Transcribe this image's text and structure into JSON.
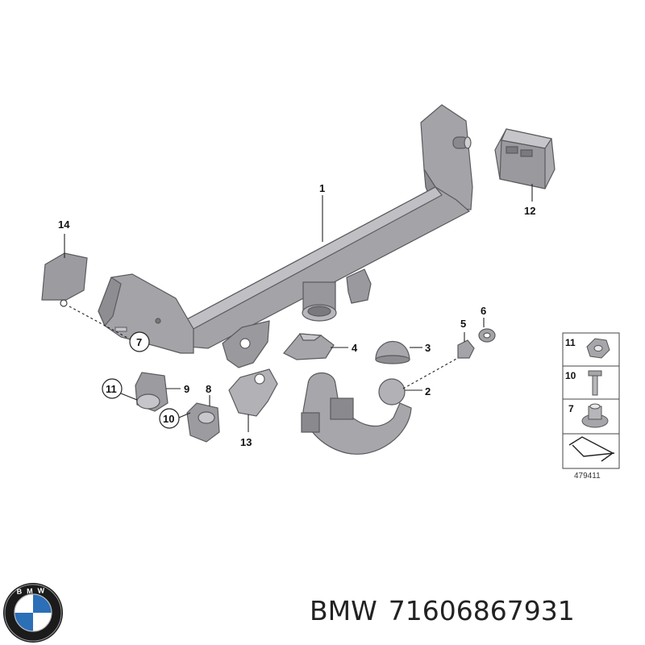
{
  "callouts": {
    "c1": "1",
    "c2": "2",
    "c3": "3",
    "c4": "4",
    "c5": "5",
    "c6": "6",
    "c7": "7",
    "c8": "8",
    "c9": "9",
    "c10": "10",
    "c11": "11",
    "c12": "12",
    "c13": "13",
    "c14": "14"
  },
  "legend": {
    "items": [
      "11",
      "10",
      "7"
    ],
    "diagram_code": "479411"
  },
  "brand": {
    "logo_text": "BMW",
    "name": "BMW",
    "part_number": "71606867931"
  },
  "colors": {
    "part_gray": "#a4a4a8",
    "part_dark": "#6e6e72",
    "line": "#222222"
  }
}
